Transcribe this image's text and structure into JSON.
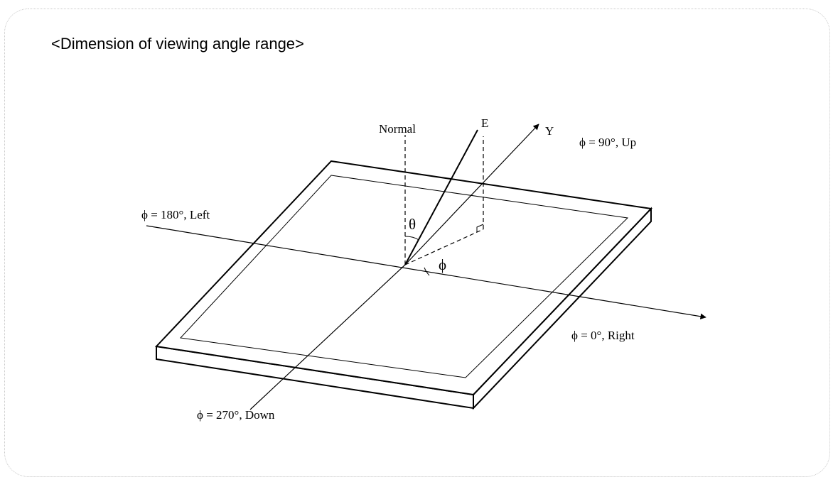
{
  "heading": "<Dimension of viewing angle range>",
  "labels": {
    "normal": "Normal",
    "e": "E",
    "y": "Y",
    "up": "ϕ = 90°, Up",
    "left": "ϕ = 180°, Left",
    "right": "ϕ = 0°, Right",
    "down": "ϕ = 270°, Down",
    "theta": "θ",
    "phi": "ϕ"
  }
}
